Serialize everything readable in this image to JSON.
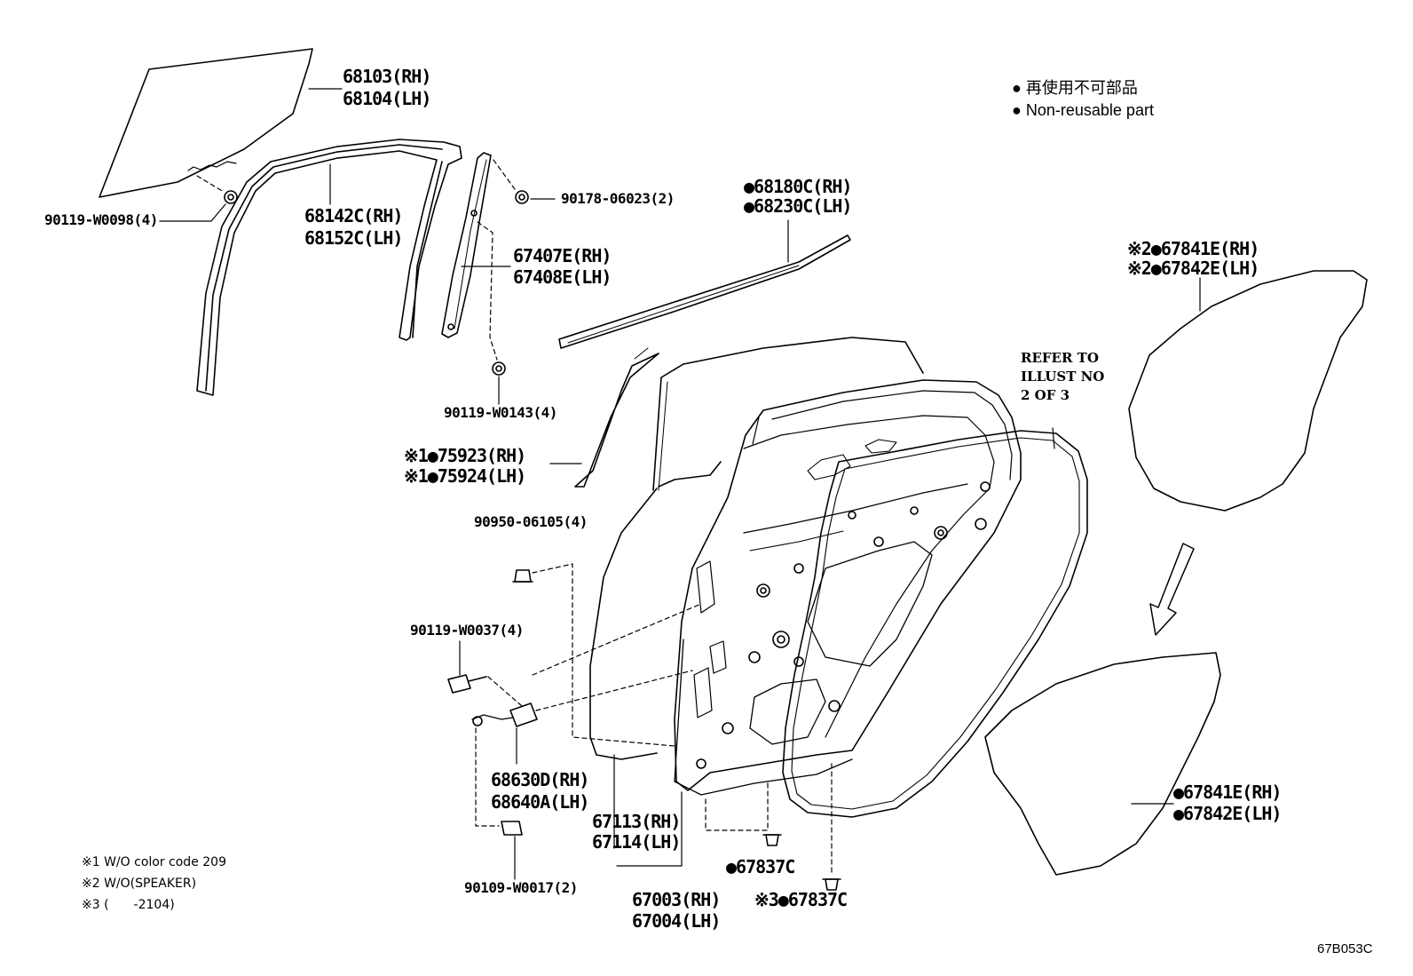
{
  "legend": {
    "ja": "● 再使用不可部品",
    "en": "● Non-reusable part"
  },
  "notes": [
    "※1 W/O color code 209",
    "※2 W/O(SPEAKER)",
    "※3 (　　-2104)"
  ],
  "refer": "REFER TO\nILLUST NO\n2 OF 3",
  "illustration_code": "67B053C",
  "labels": {
    "p68103": "68103(RH)",
    "p68104": "68104(LH)",
    "p90119_w0098": "90119-W0098(4)",
    "p68142c": "68142C(RH)",
    "p68152c": "68152C(LH)",
    "p90178": "90178-06023(2)",
    "p67407e": "67407E(RH)",
    "p67408e": "67408E(LH)",
    "p90119_w0143": "90119-W0143(4)",
    "p68180c": "●68180C(RH)",
    "p68230c": "●68230C(LH)",
    "p67841e_2": "※2●67841E(RH)",
    "p67842e_2": "※2●67842E(LH)",
    "p75923": "※1●75923(RH)",
    "p75924": "※1●75924(LH)",
    "p90950": "90950-06105(4)",
    "p90119_w0037": "90119-W0037(4)",
    "p68630d": "68630D(RH)",
    "p68640a": "68640A(LH)",
    "p67113": "67113(RH)",
    "p67114": "67114(LH)",
    "p67837c_a": "●67837C",
    "p67837c_b": "※3●67837C",
    "p67003": "67003(RH)",
    "p67004": "67004(LH)",
    "p90109": "90109-W0017(2)",
    "p67841e": "●67841E(RH)",
    "p67842e": "●67842E(LH)"
  }
}
